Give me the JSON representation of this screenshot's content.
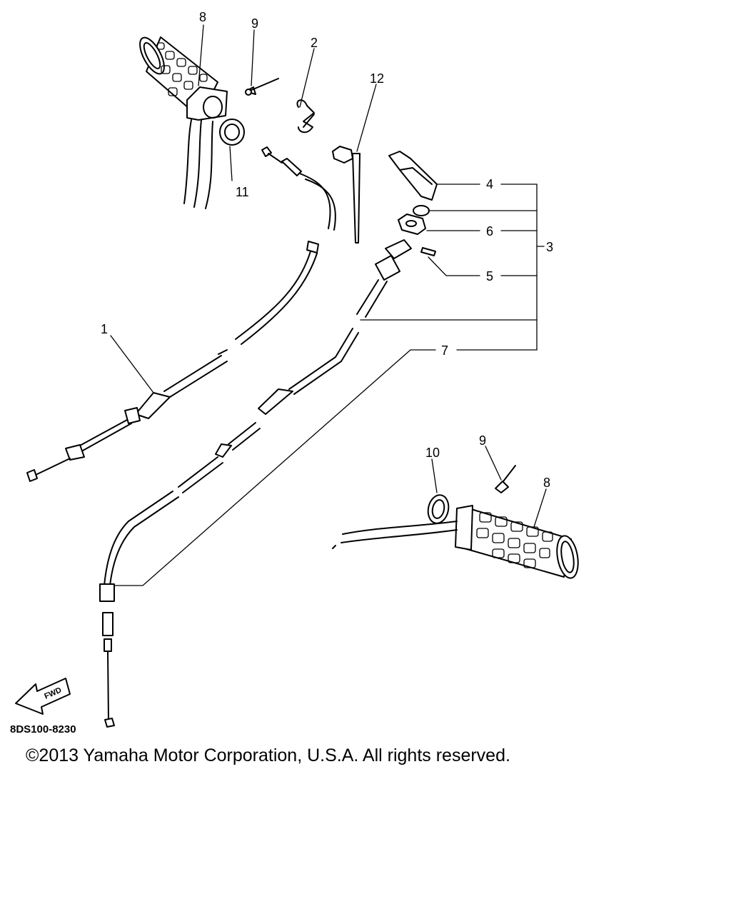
{
  "callouts": {
    "c1": "1",
    "c2": "2",
    "c3": "3",
    "c4": "4",
    "c5": "5",
    "c6": "6",
    "c7": "7",
    "c8_top": "8",
    "c8_bottom": "8",
    "c9_top": "9",
    "c9_bottom": "9",
    "c10": "10",
    "c11": "11",
    "c12": "12"
  },
  "fwd_label": "FWD",
  "diagram_code": "8DS100-8230",
  "copyright": "©2013 Yamaha Motor Corporation, U.S.A. All rights reserved.",
  "colors": {
    "ink": "#000000",
    "paper": "#ffffff"
  }
}
